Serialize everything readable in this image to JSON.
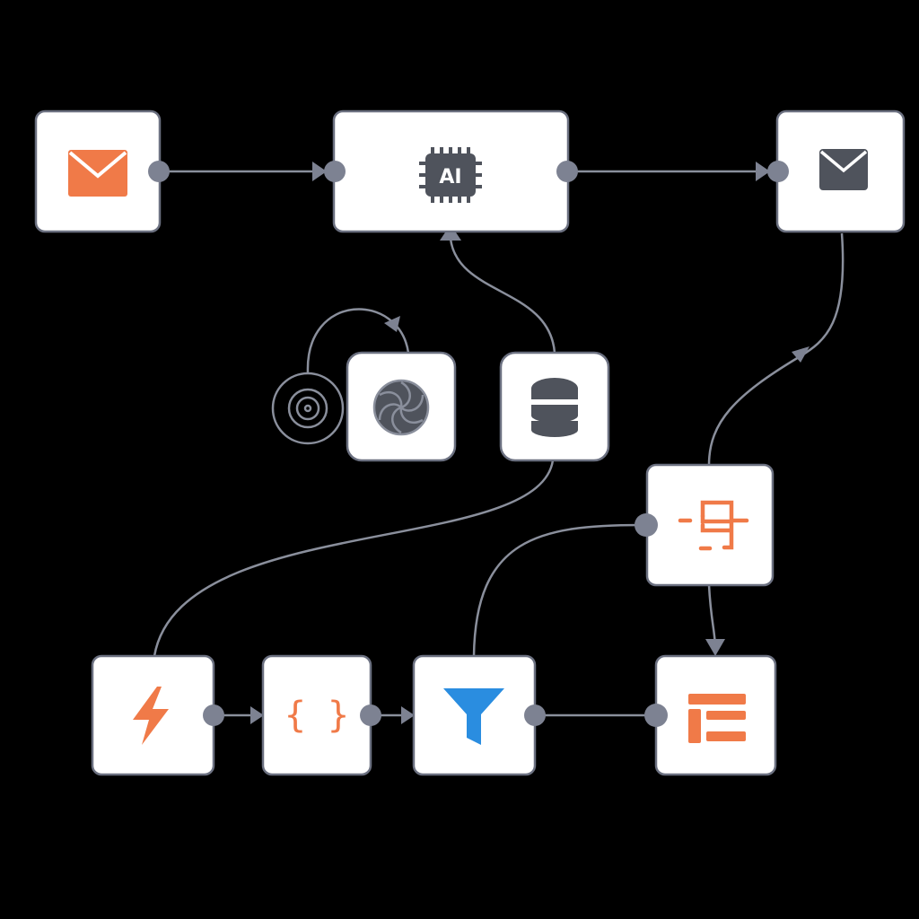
{
  "colors": {
    "accent": "#f07a48",
    "filter": "#2a8de0",
    "icon_dark": "#4f535c",
    "edge": "#8a8f9c",
    "node_border": "#6b7080",
    "background": "#000000"
  },
  "nodes": [
    {
      "id": "email-trigger",
      "icon": "envelope-icon"
    },
    {
      "id": "ai-agent",
      "icon": "ai-chip-icon",
      "label": "AI"
    },
    {
      "id": "send-email",
      "icon": "envelope-icon"
    },
    {
      "id": "memory",
      "icon": "target-icon"
    },
    {
      "id": "openai-model",
      "icon": "openai-icon"
    },
    {
      "id": "database",
      "icon": "database-icon"
    },
    {
      "id": "code-transform",
      "icon": "code-transform-icon"
    },
    {
      "id": "trigger",
      "icon": "lightning-icon"
    },
    {
      "id": "json-code",
      "icon": "braces-icon",
      "label": "{ }"
    },
    {
      "id": "filter",
      "icon": "filter-icon"
    },
    {
      "id": "table-output",
      "icon": "layout-table-icon"
    }
  ]
}
